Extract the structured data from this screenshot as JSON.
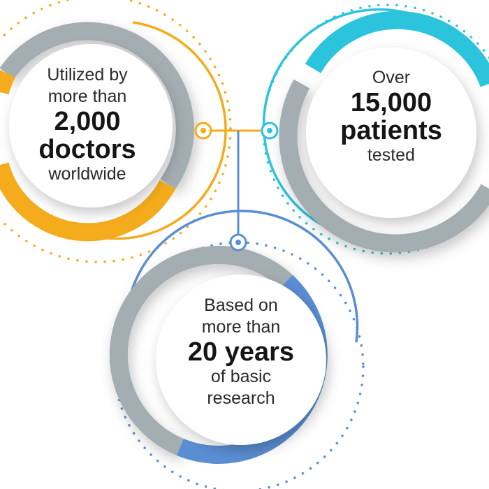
{
  "colors": {
    "orange": "#F4AC1C",
    "cyan": "#2CC4DD",
    "blue": "#5A8ED3",
    "gray": "#A4ADB1",
    "white": "#FFFFFF",
    "text": "#1A1A1A"
  },
  "stats": {
    "doctors": {
      "line1": "Utilized by",
      "line2": "more than",
      "figure": "2,000",
      "subject": "doctors",
      "line3": "worldwide"
    },
    "patients": {
      "line1": "Over",
      "figure": "15,000",
      "subject": "patients",
      "line2": "tested"
    },
    "research": {
      "line1": "Based on",
      "line2": "more than",
      "figure": "20 years",
      "line3": "of basic",
      "line4": "research"
    }
  }
}
